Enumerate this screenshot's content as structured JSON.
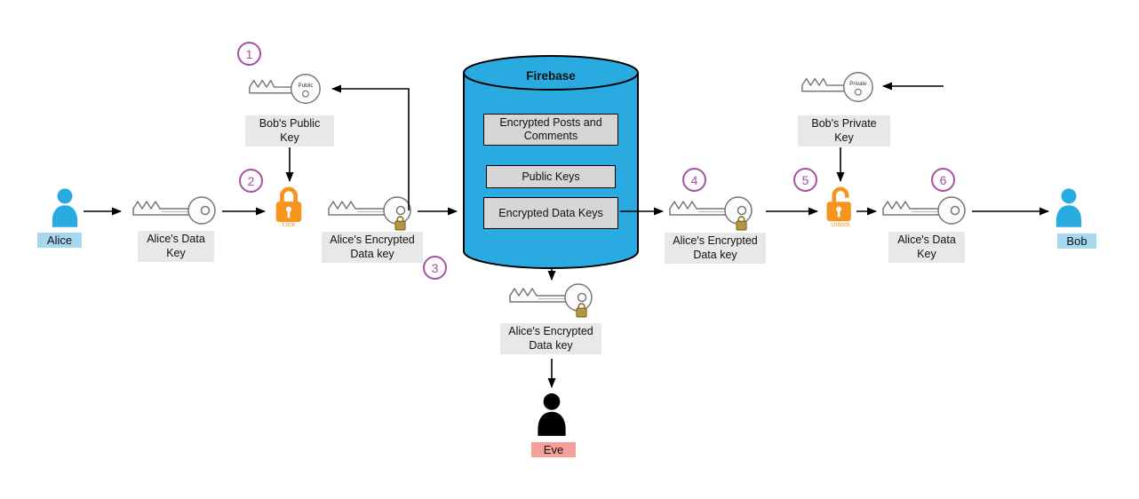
{
  "actors": {
    "alice": {
      "name": "Alice"
    },
    "bob": {
      "name": "Bob"
    },
    "eve": {
      "name": "Eve"
    }
  },
  "steps": {
    "s1": "1",
    "s2": "2",
    "s3": "3",
    "s4": "4",
    "s5": "5",
    "s6": "6"
  },
  "keys": {
    "alice_data_key_left": {
      "label": "Alice's Data Key"
    },
    "bobs_public_key": {
      "label": "Bob's Public Key",
      "tag": "Public"
    },
    "alice_encrypted_key_left": {
      "label": "Alice's Encrypted Data key"
    },
    "alice_encrypted_key_right": {
      "label": "Alice's Encrypted Data key"
    },
    "alice_encrypted_key_bottom": {
      "label": "Alice's Encrypted Data key"
    },
    "bobs_private_key": {
      "label": "Bob's Private Key",
      "tag": "Private"
    },
    "alice_data_key_right": {
      "label": "Alice's Data Key"
    }
  },
  "locks": {
    "lock": {
      "label": "Lock"
    },
    "unlock": {
      "label": "Unlock"
    }
  },
  "firebase": {
    "title": "Firebase",
    "stores": {
      "posts": {
        "label": "Encrypted Posts and Comments"
      },
      "public_keys": {
        "label": "Public Keys"
      },
      "data_keys": {
        "label": "Encrypted Data Keys"
      }
    }
  },
  "colors": {
    "person_blue": "#29abe2",
    "firebase_blue": "#29abe2",
    "store_box_gray": "#d6d6d6",
    "label_gray": "#e8e8e8",
    "actor_label_blue": "#a8d7f0",
    "eve_label_red": "#f5a09a",
    "step_circle_purple": "#a4549c",
    "lock_orange": "#f7941e",
    "encrypted_lock_gold": "#b5953f"
  }
}
